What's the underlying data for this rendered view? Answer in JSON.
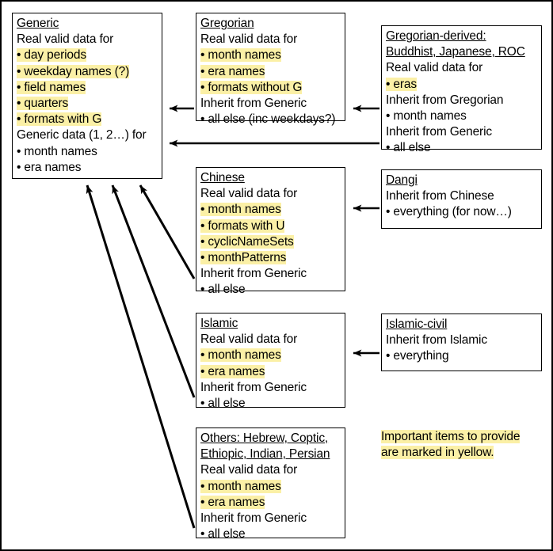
{
  "diagram": {
    "title": "CLDR calendar data inheritance diagram",
    "highlight_color": "#FBF0A6",
    "legend": {
      "line1": "Important items to provide",
      "line2": "are marked in yellow."
    },
    "boxes": {
      "generic": {
        "title": "Generic",
        "lines": [
          {
            "text": "Real valid data for",
            "highlight": false
          },
          {
            "text": "• day periods",
            "highlight": true
          },
          {
            "text": "• weekday names (?)",
            "highlight": true
          },
          {
            "text": "• field names",
            "highlight": true
          },
          {
            "text": "• quarters",
            "highlight": true
          },
          {
            "text": "• formats with G",
            "highlight": true
          },
          {
            "text": "Generic data (1, 2…) for",
            "highlight": false
          },
          {
            "text": "• month names",
            "highlight": false
          },
          {
            "text": "• era names",
            "highlight": false
          }
        ]
      },
      "gregorian": {
        "title": "Gregorian",
        "lines": [
          {
            "text": "Real valid data for",
            "highlight": false
          },
          {
            "text": "• month names",
            "highlight": true
          },
          {
            "text": "• era names",
            "highlight": true
          },
          {
            "text": "• formats without G",
            "highlight": true
          },
          {
            "text": "Inherit from Generic",
            "highlight": false
          },
          {
            "text": "• all else (inc weekdays?)",
            "highlight": false
          }
        ]
      },
      "gregorian_derived": {
        "title": "Gregorian-derived:",
        "title2": "Buddhist, Japanese, ROC",
        "lines": [
          {
            "text": "Real valid data for",
            "highlight": false
          },
          {
            "text": "• eras",
            "highlight": true
          },
          {
            "text": "Inherit from Gregorian",
            "highlight": false
          },
          {
            "text": "• month names",
            "highlight": false
          },
          {
            "text": "Inherit from Generic",
            "highlight": false
          },
          {
            "text": "• all else",
            "highlight": false
          }
        ]
      },
      "chinese": {
        "title": "Chinese",
        "lines": [
          {
            "text": "Real valid data for",
            "highlight": false
          },
          {
            "text": "• month names",
            "highlight": true
          },
          {
            "text": "• formats with U",
            "highlight": true
          },
          {
            "text": "• cyclicNameSets",
            "highlight": true
          },
          {
            "text": "• monthPatterns",
            "highlight": true
          },
          {
            "text": "Inherit from Generic",
            "highlight": false
          },
          {
            "text": "• all else",
            "highlight": false
          }
        ]
      },
      "dangi": {
        "title": "Dangi",
        "lines": [
          {
            "text": "Inherit from Chinese",
            "highlight": false
          },
          {
            "text": "• everything (for now…)",
            "highlight": false
          }
        ]
      },
      "islamic": {
        "title": "Islamic",
        "lines": [
          {
            "text": "Real valid data for",
            "highlight": false
          },
          {
            "text": "• month names",
            "highlight": true
          },
          {
            "text": "• era names",
            "highlight": true
          },
          {
            "text": "Inherit from Generic",
            "highlight": false
          },
          {
            "text": "• all else",
            "highlight": false
          }
        ]
      },
      "islamic_civil": {
        "title": "Islamic-civil",
        "lines": [
          {
            "text": "Inherit from Islamic",
            "highlight": false
          },
          {
            "text": "• everything",
            "highlight": false
          }
        ]
      },
      "others": {
        "title": "Others: Hebrew, Coptic,",
        "title2": "Ethiopic, Indian, Persian",
        "lines": [
          {
            "text": "Real valid data for",
            "highlight": false
          },
          {
            "text": "• month names",
            "highlight": true
          },
          {
            "text": "• era names",
            "highlight": true
          },
          {
            "text": "Inherit from Generic",
            "highlight": false
          },
          {
            "text": "• all else",
            "highlight": false
          }
        ]
      }
    },
    "arrows": [
      {
        "from": "gregorian",
        "to": "generic"
      },
      {
        "from": "gregorian_derived",
        "to": "gregorian"
      },
      {
        "from": "gregorian_derived",
        "to": "generic"
      },
      {
        "from": "dangi",
        "to": "chinese"
      },
      {
        "from": "chinese",
        "to": "generic"
      },
      {
        "from": "islamic_civil",
        "to": "islamic"
      },
      {
        "from": "islamic",
        "to": "generic"
      },
      {
        "from": "others",
        "to": "generic"
      }
    ]
  }
}
